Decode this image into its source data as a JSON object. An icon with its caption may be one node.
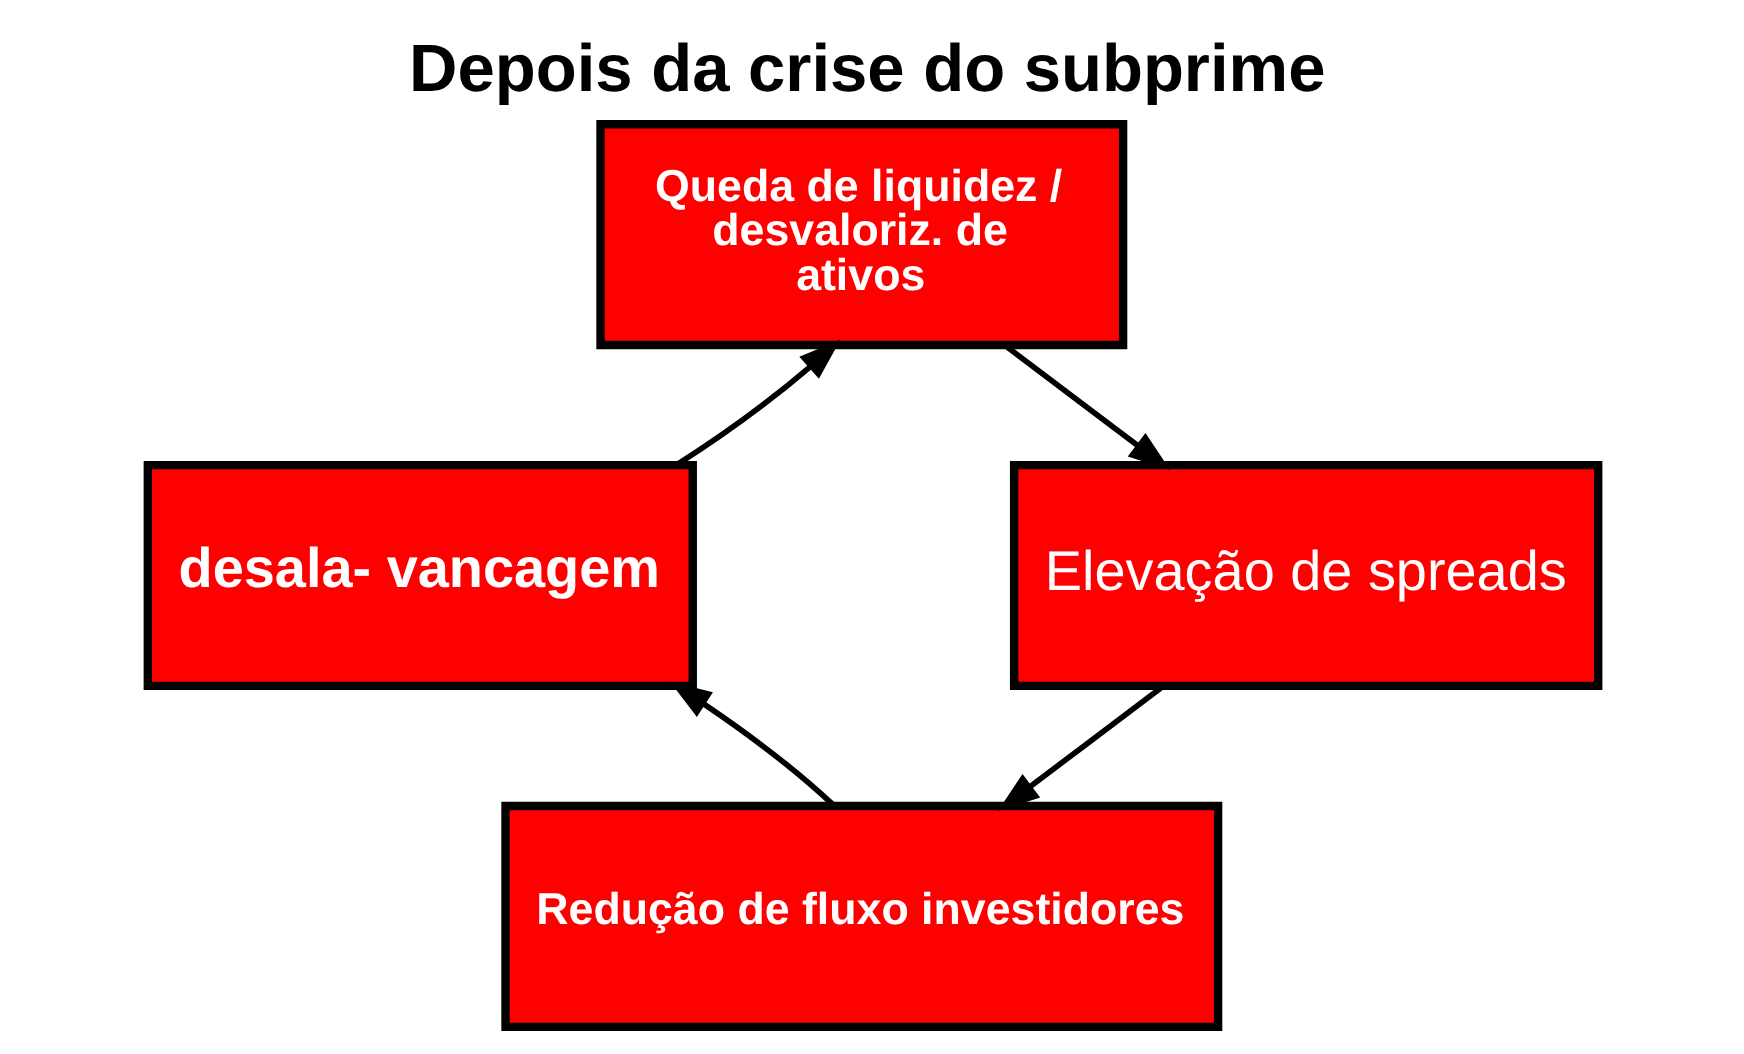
{
  "diagram": {
    "title": "Depois da crise do subprime",
    "nodes": [
      {
        "text": [
          "Queda de liquidez / desvaloriz. de ativos"
        ]
      },
      {
        "text": [
          "Elevação de spreads"
        ]
      },
      {
        "text": [
          "Redução de fluxo investidores"
        ]
      },
      {
        "text": [
          "desala- vancagem"
        ]
      }
    ],
    "edges": [
      {
        "from": 0,
        "to": 1,
        "arrow": "to"
      },
      {
        "from": 1,
        "to": 2,
        "arrow": "to"
      },
      {
        "from": 2,
        "to": 3,
        "arrow": "to"
      },
      {
        "from": 3,
        "to": 0,
        "arrow": "to"
      }
    ]
  }
}
